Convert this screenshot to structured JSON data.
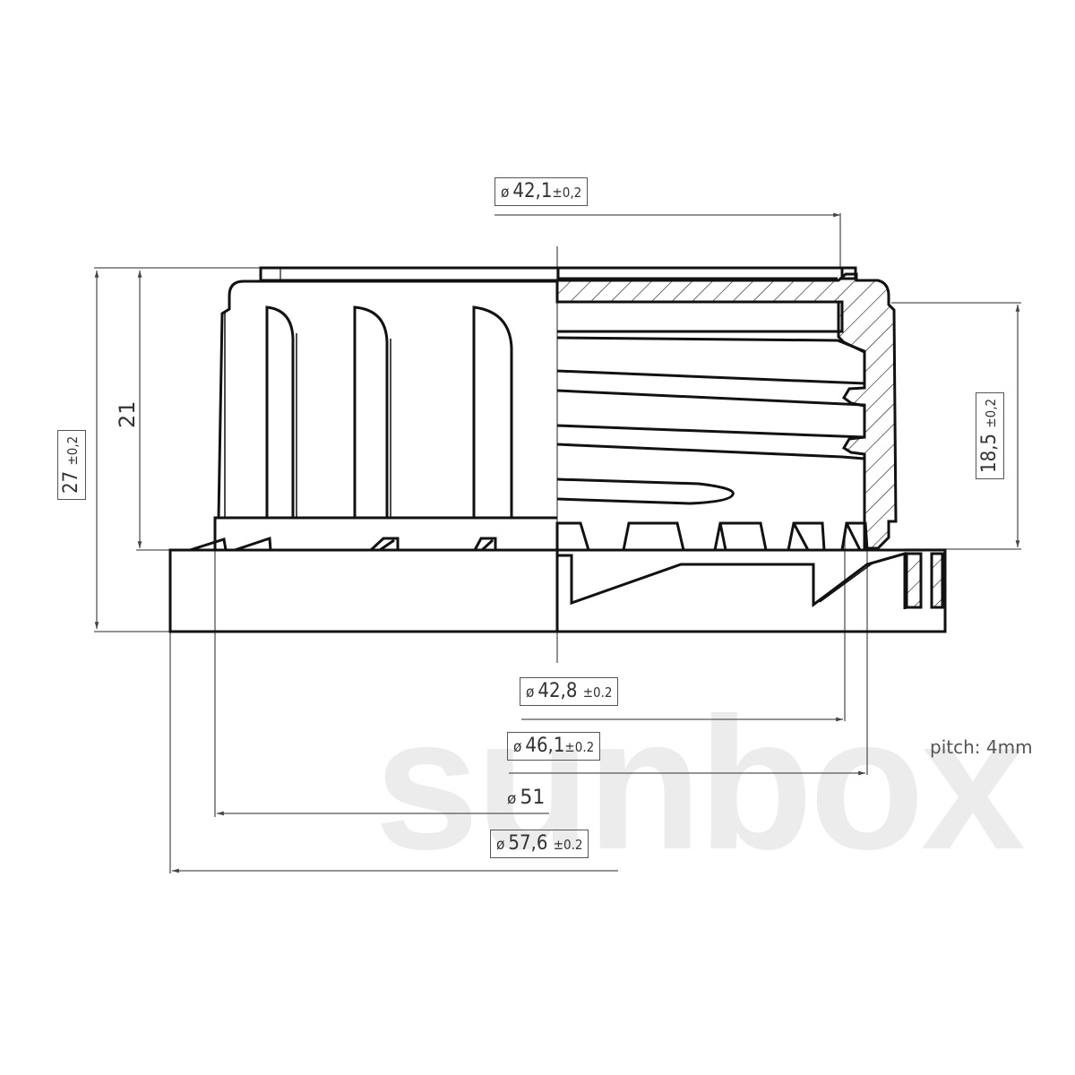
{
  "watermark": "sunbox",
  "drawing": {
    "type": "technical-section-drawing",
    "subject": "screw cap with tamper-evident ring, half section view"
  },
  "dimensions": {
    "top_diameter": {
      "symbol": "ø",
      "value": "42,1",
      "tolerance": "±0,2"
    },
    "overall_height": {
      "value": "27",
      "tolerance": "±0,2"
    },
    "body_height": {
      "value": "21"
    },
    "thread_height": {
      "value": "18,5",
      "tolerance": "±0,2"
    },
    "thread_diameter": {
      "symbol": "ø",
      "value": "42,8",
      "tolerance": "±0.2"
    },
    "inner_diameter": {
      "symbol": "ø",
      "value": "46,1",
      "tolerance": "±0.2"
    },
    "ring_diameter": {
      "symbol": "ø",
      "value": "51"
    },
    "outer_diameter": {
      "symbol": "ø",
      "value": "57,6",
      "tolerance": "±0.2"
    }
  },
  "notes": {
    "pitch": "pitch:  4mm"
  },
  "colors": {
    "line": "#111111",
    "dim_line": "#555555",
    "watermark": "#ececec"
  }
}
